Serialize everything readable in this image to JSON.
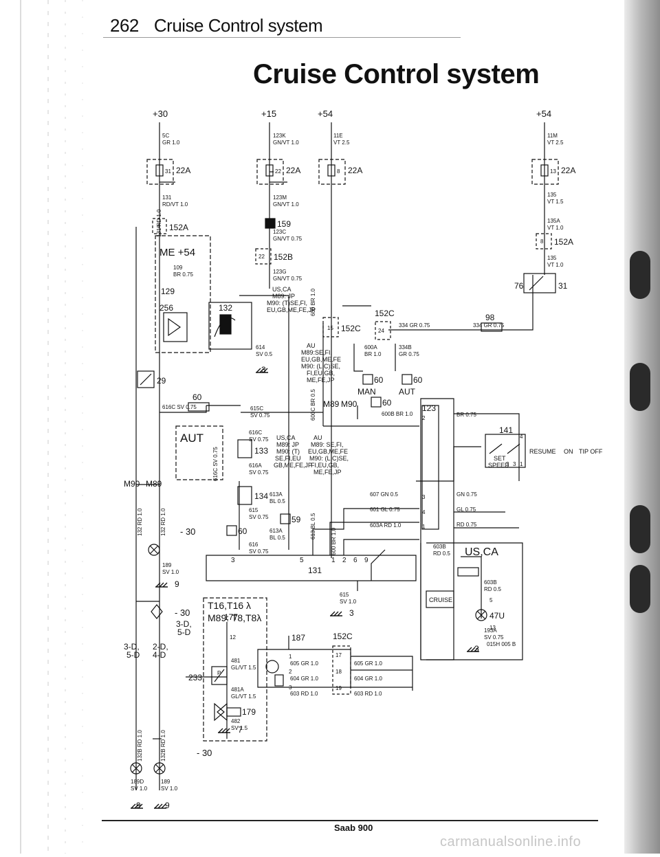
{
  "page_header": {
    "number": "262",
    "title": "Cruise Control system"
  },
  "main_title": "Cruise Control system",
  "footer": {
    "label": "Saab 900",
    "watermark": "carmanualsonline.info"
  },
  "diagram": {
    "supplies": [
      "+30",
      "+15",
      "+54",
      "+54"
    ],
    "wires": [
      "5C",
      "GR 1.0",
      "123K",
      "GN/VT 1.0",
      "11E",
      "VT 2.5",
      "11M",
      "VT 2.5",
      "131",
      "RD/VT 1.0",
      "123M",
      "GN/VT 1.0",
      "123C",
      "GN/VT 0.75",
      "123G",
      "GN/VT 0.75",
      "135",
      "VT 1.5",
      "135A",
      "VT 1.0",
      "135",
      "VT 1.0",
      "109",
      "BR 0.75",
      "614",
      "SV 0.5",
      "600A",
      "BR 1.0",
      "334B",
      "GR 0.75",
      "334 GR 0.75",
      "334 GR 0.75",
      "616C SV 0.75",
      "615C",
      "SV 0.75",
      "616C",
      "SV 0.75",
      "616A",
      "SV 0.75",
      "600B BR 1.0",
      "BR 0.75",
      "615",
      "SV 0.75",
      "613A",
      "BL 0.5",
      "613A",
      "BL 0.5",
      "616",
      "SV 0.75",
      "607 GN 0.5",
      "601 GL 0.75",
      "603A RD 1.0",
      "GN 0.75",
      "GL 0.75",
      "RD 0.75",
      "603B",
      "RD 0.5",
      "603B",
      "RD 0.5",
      "193A",
      "SV 0.75",
      "189",
      "SV 1.0",
      "189D",
      "SV 1.0",
      "189",
      "SV 1.0",
      "615",
      "SV 1.0",
      "481",
      "GL/VT 1.5",
      "481A",
      "GL/VT 1.5",
      "482",
      "SV 1.5",
      "605 GR 1.0",
      "604 GR 1.0",
      "603 RD 1.0",
      "605 GR 1.0",
      "604 GR 1.0",
      "603 RD 1.0",
      "131 RD 1.0",
      "600 BR 1.0",
      "600C BR 0.5",
      "616C SV 0.75",
      "132 RD 1.0",
      "132 RD 1.0",
      "613 BL 0.5",
      "600 BR 1.0",
      "132B RD 1.0",
      "132B RD 1.0",
      "015H 005 B"
    ],
    "connectors": [
      "22A",
      "22A",
      "22A",
      "22A",
      "152A",
      "152A",
      "159",
      "152B",
      "152C",
      "152C",
      "152C",
      "60",
      "60",
      "60",
      "60",
      "60",
      "98",
      "59"
    ],
    "pins": [
      "31",
      "22",
      "8",
      "13",
      "4",
      "8",
      "22",
      "15",
      "24",
      "17",
      "18",
      "19",
      "1",
      "2",
      "3",
      "4",
      "1",
      "2",
      "3",
      "4",
      "1",
      "2",
      "3",
      "5",
      "13"
    ],
    "components": [
      "256",
      "132",
      "129",
      "131",
      "133",
      "134",
      "141",
      "123",
      "187",
      "233",
      "177",
      "179",
      "29",
      "76",
      "47U",
      "31"
    ],
    "labels": [
      "ME +54",
      "AUT",
      "US,CA",
      "M89: JP",
      "M90: (T)SE,FI,",
      "EU,GB,ME,FE,JP",
      "AU",
      "M89:SE,FI,",
      "EU,GB,ME,FE",
      "M90: (L,C)SE,",
      "FI,EU,GB,",
      "ME,FE,JP",
      "M89",
      "M90",
      "MAN",
      "AUT",
      "US,CA",
      "AU",
      "M89: JP",
      "M89: SE,FI,",
      "M90: (T)",
      "EU,GB,ME,FE",
      "SE,FI,EU",
      "M90: (L,C)SE,",
      "GB,ME,FE,JP",
      "FI,EU,GB,",
      "ME,FE,JP",
      "M90",
      "M89",
      "SET",
      "SPEED",
      "RESUME",
      "ON",
      "TIP OFF",
      "US,CA",
      "CRUISE",
      "T16,T16 λ",
      "M89: T8,T8λ",
      "- 30",
      "- 30",
      "- 30",
      "3-D,",
      "5-D",
      "3-D,",
      "5-D",
      "2-D,",
      "4-D",
      "3",
      "9",
      "9",
      "9",
      "3",
      "7",
      "3",
      "3",
      "5",
      "1",
      "2",
      "6",
      "9",
      "12",
      "P"
    ]
  },
  "colors": {
    "ink": "#111111",
    "paper": "#ffffff",
    "margin_edge": "#8d8d8d",
    "binder_hole": "#2a2a2a"
  },
  "icons": [
    "ground-icon",
    "lamp-icon",
    "relay-icon",
    "switch-icon",
    "motor-icon",
    "diode-icon",
    "solenoid-icon"
  ]
}
